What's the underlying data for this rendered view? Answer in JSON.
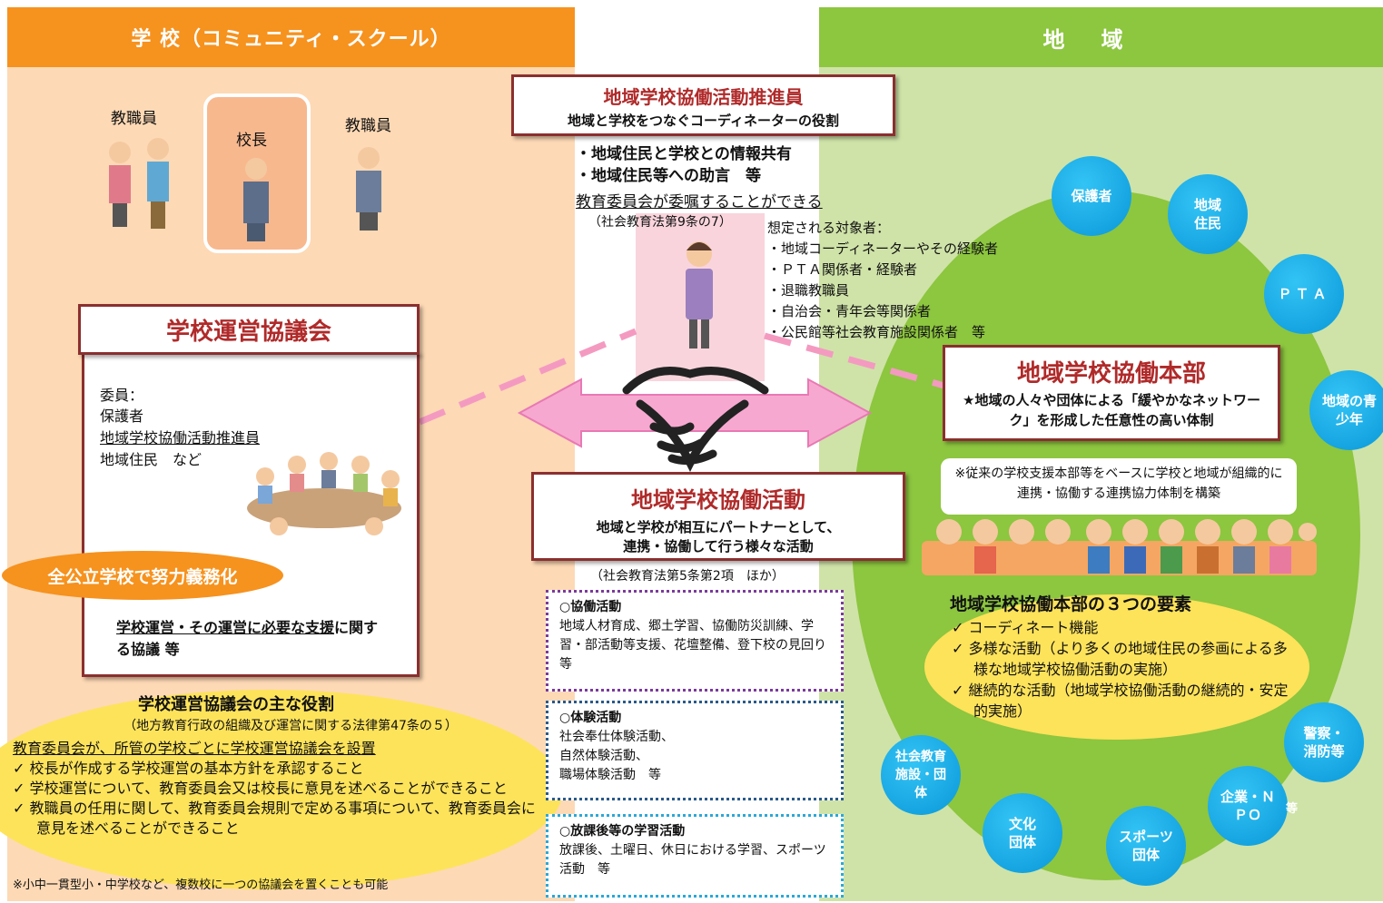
{
  "headers": {
    "left": "学 校（コミュニティ・スクール）",
    "right": "地域"
  },
  "staff": {
    "staff_left": "教職員",
    "principal": "校長",
    "staff_right": "教職員"
  },
  "promoter": {
    "title": "地域学校協働活動推進員",
    "subtitle": "地域と学校をつなぐコーディネーターの役割",
    "bullet1": "・地域住民と学校との情報共有",
    "bullet2": "・地域住民等への助言　等",
    "appointment": "教育委員会が委嘱することができる",
    "law": "（社会教育法第9条の7）",
    "targets_title": "想定される対象者：",
    "targets": [
      "・地域コーディネーターやその経験者",
      "・ＰＴＡ関係者・経験者",
      "・退職教職員",
      "・自治会・青年会等関係者",
      "・公民館等社会教育施設関係者　等"
    ]
  },
  "council": {
    "title": "学校運営協議会",
    "members_label": "委員：",
    "member1": "保護者",
    "member2": "地域学校協働活動推進員",
    "member3": "地域住民　など",
    "obligation": "全公立学校で努力義務化",
    "discussion_underlined": "学校運営・その運営に必要な支援",
    "discussion_rest": "に関する協議 等"
  },
  "roles": {
    "title": "学校運営協議会の主な役割",
    "law": "（地方教育行政の組織及び運営に関する法律第47条の５）",
    "setup": "教育委員会が、所管の学校ごとに学校運営協議会を設置",
    "items": [
      "✓ 校長が作成する学校運営の基本方針を承認すること",
      "✓ 学校運営について、教育委員会又は校長に意見を述べることができること",
      "✓ 教職員の任用に関して、教育委員会規則で定める事項について、教育委員会に意見を述べることができること"
    ],
    "note": "※小中一貫型小・中学校など、複数校に一つの協議会を置くことも可能"
  },
  "activity": {
    "title": "地域学校協働活動",
    "subtitle1": "地域と学校が相互にパートナーとして、",
    "subtitle2": "連携・協働して行う様々な活動",
    "law": "（社会教育法第5条第2項　ほか）",
    "collab_title": "○協働活動",
    "collab_body": "地域人材育成、郷土学習、協働防災訓練、学習・部活動等支援、花壇整備、登下校の見回り　等",
    "exp_title": "○体験活動",
    "exp_body": "社会奉仕体験活動、\n自然体験活動、\n職場体験活動　等",
    "after_title": "○放課後等の学習活動",
    "after_body": "放課後、土曜日、休日における学習、スポーツ活動　等"
  },
  "hq": {
    "title": "地域学校協働本部",
    "desc": "★地域の人々や団体による「緩やかなネットワーク」を形成した任意性の高い体制",
    "note": "※従来の学校支援本部等をベースに学校と地域が組織的に連携・協働する連携協力体制を構築",
    "elements_title": "地域学校協働本部の３つの要素",
    "elements": [
      "✓ コーディネート機能",
      "✓ 多様な活動（より多くの地域住民の参画による多様な地域学校協働活動の実施）",
      "✓ 継続的な活動（地域学校協働活動の継続的・安定的実施）"
    ]
  },
  "circles": {
    "guardians": "保護者",
    "residents": "地域住民",
    "pta": "ＰＴＡ",
    "youth": "地域の青少年",
    "police": "警察・消防等",
    "company": "企業・ＮＰＯ",
    "company_suffix": "等",
    "sports": "スポーツ団体",
    "culture": "文化団体",
    "social": "社会教育施設・団体"
  },
  "colors": {
    "orange": "#f6921e",
    "green": "#8dc63f",
    "darkred": "#8b2f2f",
    "blue": "#0a97d9",
    "yellow": "#fde35a"
  }
}
